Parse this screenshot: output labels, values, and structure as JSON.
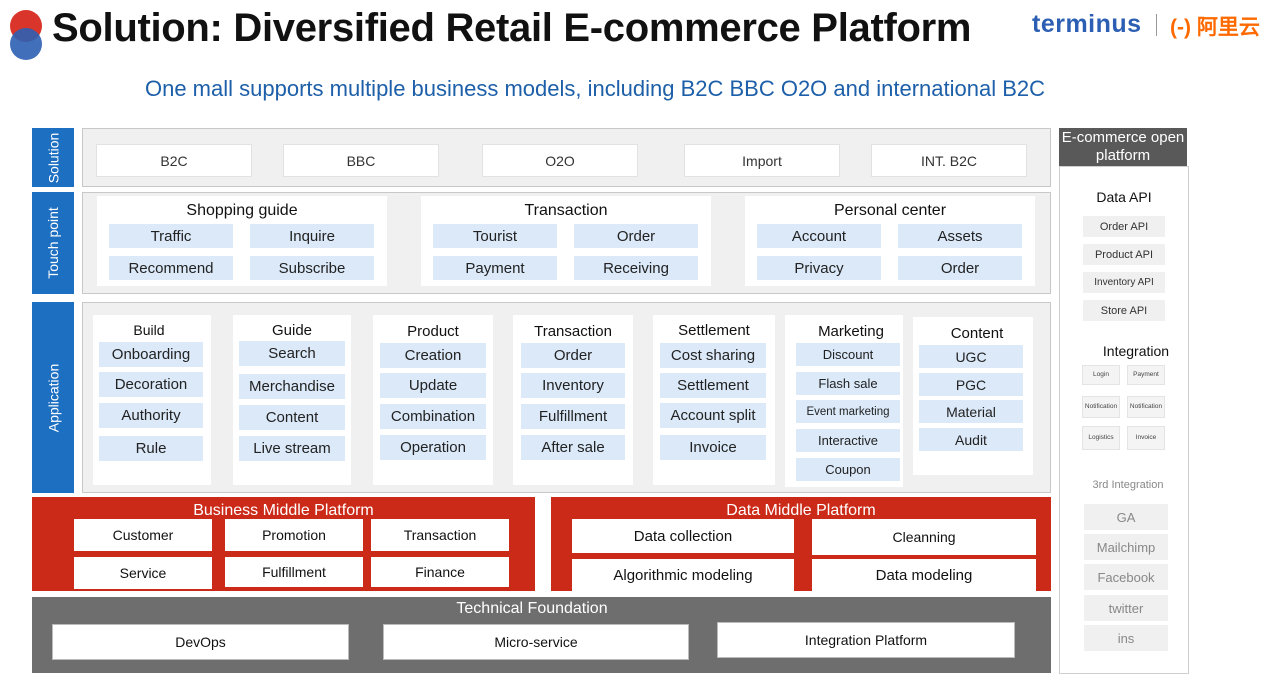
{
  "header": {
    "title": "Solution: Diversified Retail E-commerce Platform",
    "subtitle": "One mall supports multiple business models, including B2C BBC O2O and international B2C",
    "brand_terminus": "terminus",
    "brand_aliyun": "(-) 阿里云"
  },
  "solution": {
    "label": "Solution",
    "items": [
      "B2C",
      "BBC",
      "O2O",
      "Import",
      "INT. B2C"
    ]
  },
  "touch": {
    "label": "Touch point",
    "groups": [
      {
        "title": "Shopping guide",
        "items": [
          "Traffic",
          "Inquire",
          "Recommend",
          "Subscribe"
        ]
      },
      {
        "title": "Transaction",
        "items": [
          "Tourist",
          "Order",
          "Payment",
          "Receiving"
        ]
      },
      {
        "title": "Personal center",
        "items": [
          "Account",
          "Assets",
          "Privacy",
          "Order"
        ]
      }
    ]
  },
  "application": {
    "label": "Application",
    "columns": [
      {
        "title": "Build",
        "items": [
          "Onboarding",
          "Decoration",
          "Authority",
          "Rule"
        ]
      },
      {
        "title": "Guide",
        "items": [
          "Search",
          "Merchandise",
          "Content",
          "Live stream"
        ]
      },
      {
        "title": "Product",
        "items": [
          "Creation",
          "Update",
          "Combination",
          "Operation"
        ]
      },
      {
        "title": "Transaction",
        "items": [
          "Order",
          "Inventory",
          "Fulfillment",
          "After sale"
        ]
      },
      {
        "title": "Settlement",
        "items": [
          "Cost sharing",
          "Settlement",
          "Account split",
          "Invoice"
        ]
      },
      {
        "title": "Marketing",
        "items": [
          "Discount",
          "Flash sale",
          "Event marketing",
          "Interactive",
          "Coupon"
        ]
      },
      {
        "title": "Content",
        "items": [
          "UGC",
          "PGC",
          "Material",
          "Audit"
        ]
      }
    ]
  },
  "business_middle": {
    "title": "Business Middle Platform",
    "items": [
      "Customer",
      "Promotion",
      "Transaction",
      "Service",
      "Fulfillment",
      "Finance"
    ]
  },
  "data_middle": {
    "title": "Data Middle Platform",
    "items": [
      "Data collection",
      "Cleanning",
      "Algorithmic modeling",
      "Data modeling"
    ]
  },
  "technical": {
    "title": "Technical Foundation",
    "items": [
      "DevOps",
      "Micro-service",
      "Integration Platform"
    ]
  },
  "open_platform": {
    "title": "E-commerce open platform",
    "data_api_title": "Data API",
    "data_api": [
      "Order API",
      "Product API",
      "Inventory API",
      "Store API"
    ],
    "integration_title": "Integration",
    "integration": [
      "Login",
      "Payment",
      "Notification",
      "Notification",
      "Logistics",
      "Invoice"
    ],
    "third_title": "3rd Integration",
    "third": [
      "GA",
      "Mailchimp",
      "Facebook",
      "twitter",
      "ins"
    ]
  },
  "colors": {
    "blue": "#1d6fc2",
    "light_blue": "#dbe9f9",
    "red": "#cc2a18",
    "gray": "#6e6e6e",
    "subtitle": "#1d5fa8"
  }
}
